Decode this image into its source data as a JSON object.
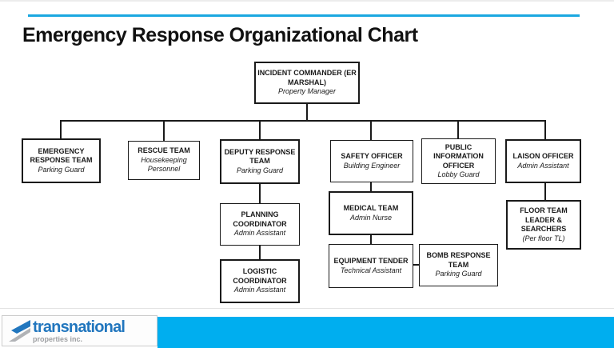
{
  "header": {
    "title": "Emergency Response Organizational Chart"
  },
  "org_chart": {
    "nodes": [
      {
        "id": "incident-commander",
        "title": "INCIDENT COMMANDER (ER MARSHAL)",
        "subtitle": "Property Manager"
      },
      {
        "id": "emergency-response-team",
        "title": "EMERGENCY RESPONSE TEAM",
        "subtitle": "Parking Guard"
      },
      {
        "id": "rescue-team",
        "title": "RESCUE TEAM",
        "subtitle": "Housekeeping Personnel"
      },
      {
        "id": "deputy-response-team",
        "title": "DEPUTY RESPONSE TEAM",
        "subtitle": "Parking Guard"
      },
      {
        "id": "safety-officer",
        "title": "SAFETY OFFICER",
        "subtitle": "Building Engineer"
      },
      {
        "id": "public-information-officer",
        "title": "PUBLIC INFORMATION OFFICER",
        "subtitle": "Lobby Guard"
      },
      {
        "id": "laison-officer",
        "title": "LAISON OFFICER",
        "subtitle": "Admin Assistant"
      },
      {
        "id": "planning-coordinator",
        "title": "PLANNING COORDINATOR",
        "subtitle": "Admin Assistant"
      },
      {
        "id": "medical-team",
        "title": "MEDICAL TEAM",
        "subtitle": "Admin Nurse"
      },
      {
        "id": "floor-team-leader-searchers",
        "title": "FLOOR TEAM LEADER & SEARCHERS",
        "subtitle": "(Per floor TL)"
      },
      {
        "id": "logistic-coordinator",
        "title": "LOGISTIC COORDINATOR",
        "subtitle": "Admin Assistant"
      },
      {
        "id": "equipment-tender",
        "title": "EQUIPMENT TENDER",
        "subtitle": "Technical Assistant"
      },
      {
        "id": "bomb-response-team",
        "title": "BOMB RESPONSE TEAM",
        "subtitle": "Parking Guard"
      }
    ],
    "edges": [
      {
        "from": "incident-commander",
        "to": "emergency-response-team"
      },
      {
        "from": "incident-commander",
        "to": "rescue-team"
      },
      {
        "from": "incident-commander",
        "to": "deputy-response-team"
      },
      {
        "from": "incident-commander",
        "to": "safety-officer"
      },
      {
        "from": "incident-commander",
        "to": "public-information-officer"
      },
      {
        "from": "incident-commander",
        "to": "laison-officer"
      },
      {
        "from": "deputy-response-team",
        "to": "planning-coordinator"
      },
      {
        "from": "planning-coordinator",
        "to": "logistic-coordinator"
      },
      {
        "from": "safety-officer",
        "to": "medical-team"
      },
      {
        "from": "medical-team",
        "to": "equipment-tender"
      },
      {
        "from": "equipment-tender",
        "to": "bomb-response-team"
      },
      {
        "from": "laison-officer",
        "to": "floor-team-leader-searchers"
      }
    ]
  },
  "footer": {
    "logo_name": "transnational",
    "logo_tagline": "properties inc."
  },
  "colors": {
    "accent_cyan_line": "#1ba8e0",
    "footer_band_cyan": "#00aeef",
    "logo_blue": "#2176be",
    "logo_gray": "#9c9ea1",
    "text_black": "#1a1a1a"
  }
}
